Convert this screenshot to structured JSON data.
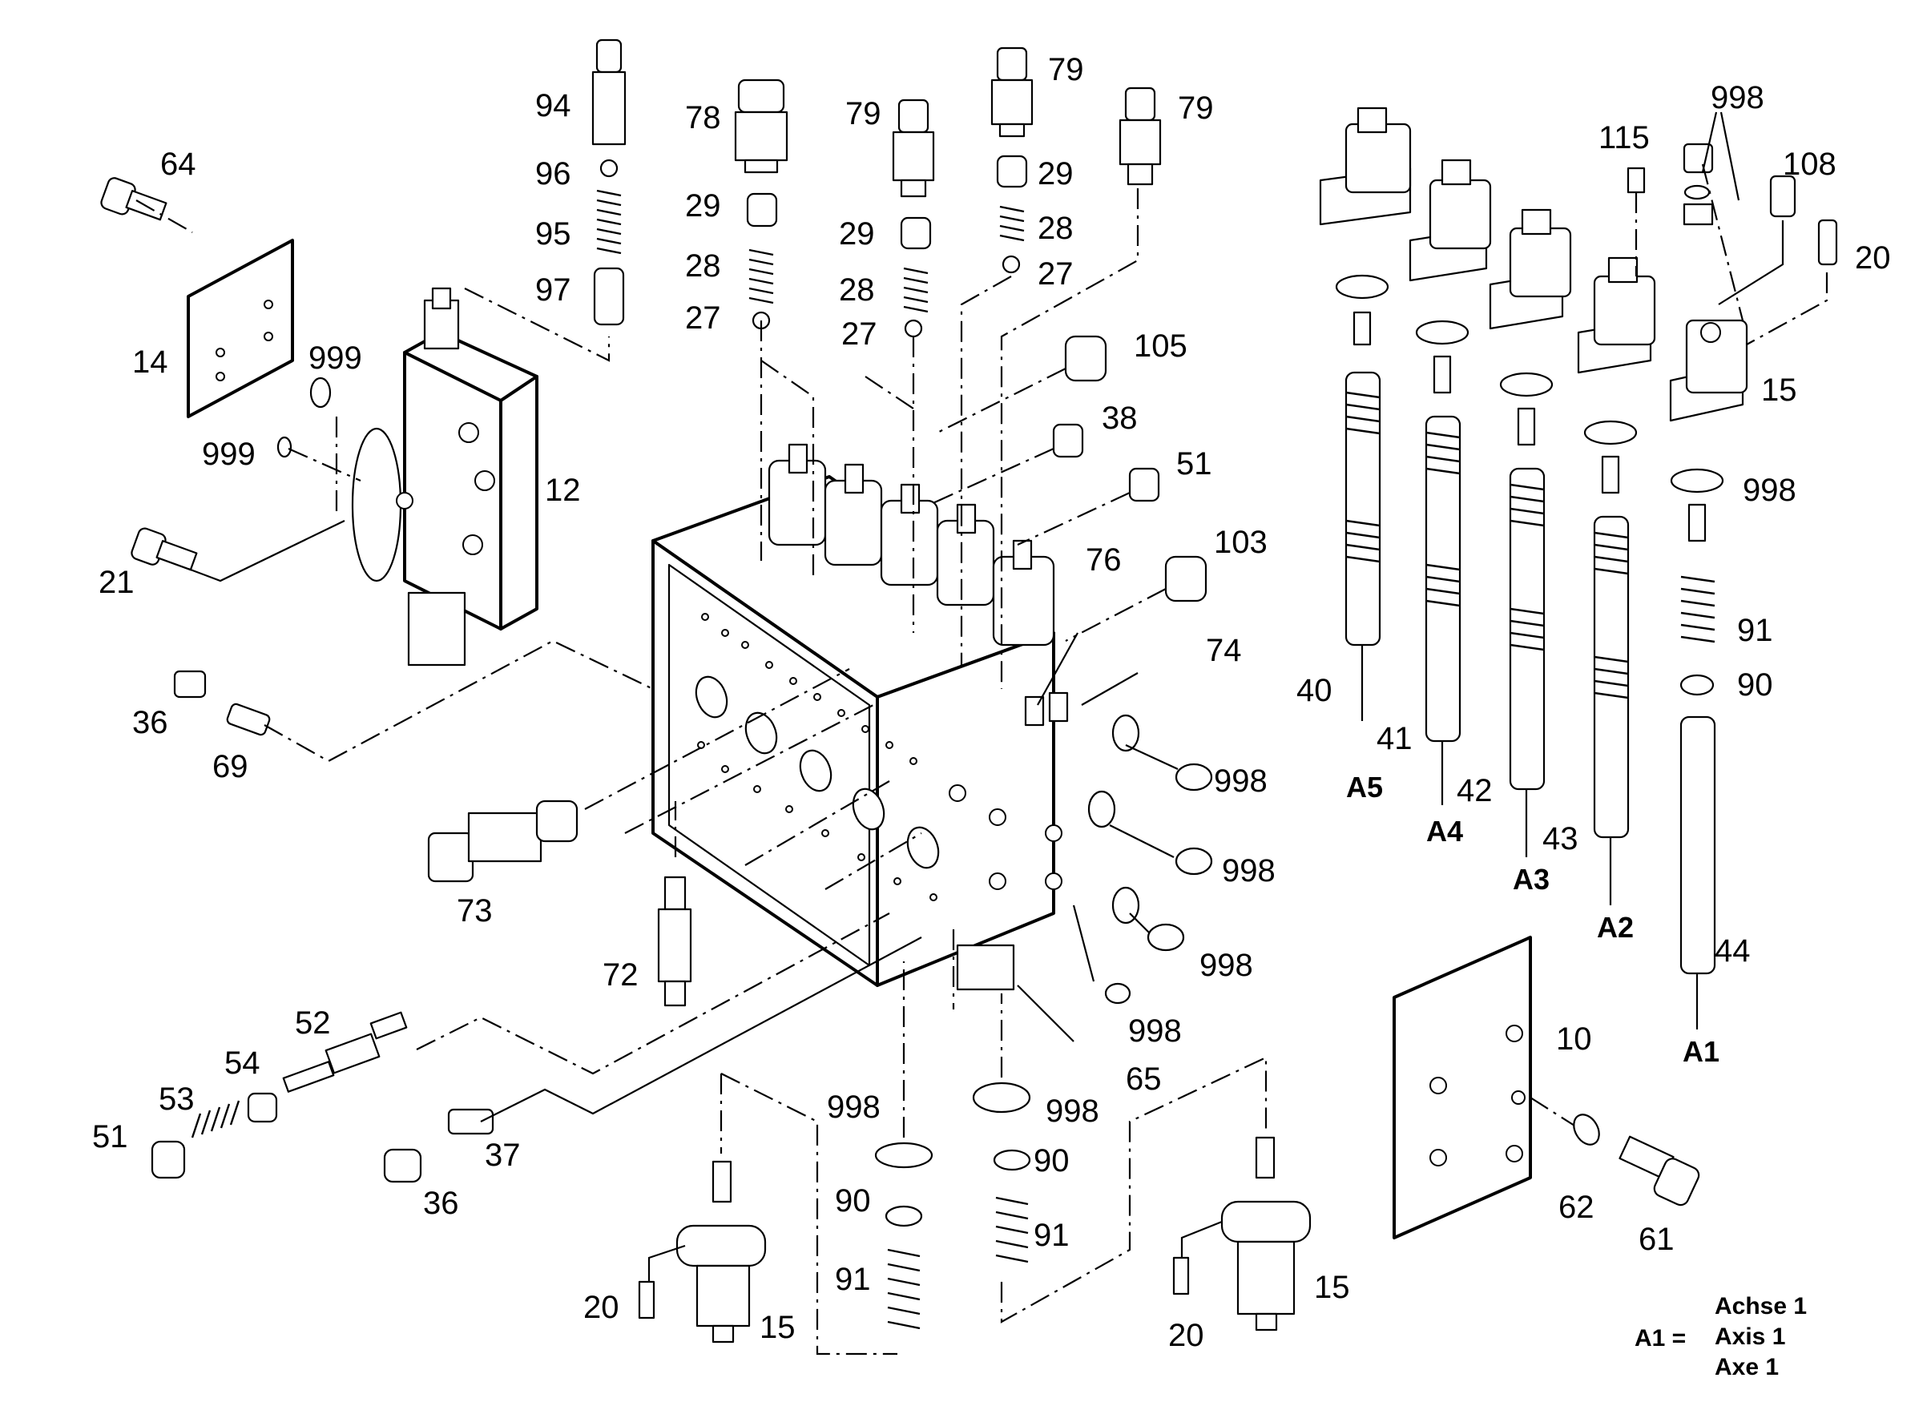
{
  "callouts": {
    "c64": "64",
    "c14": "14",
    "c999a": "999",
    "c999b": "999",
    "c12": "12",
    "c21": "21",
    "c36a": "36",
    "c69": "69",
    "c73": "73",
    "c72": "72",
    "c94": "94",
    "c96": "96",
    "c95": "95",
    "c97": "97",
    "c78": "78",
    "c29a": "29",
    "c28a": "28",
    "c27a": "27",
    "c79a": "79",
    "c29b": "29",
    "c28b": "28",
    "c27b": "27",
    "c79b": "79",
    "c29c": "29",
    "c28c": "28",
    "c27c": "27",
    "c79c": "79",
    "c105": "105",
    "c38": "38",
    "c51a": "51",
    "c103": "103",
    "c76": "76",
    "c74": "74",
    "c998a": "998",
    "c998b": "998",
    "c998c": "998",
    "c998d": "998",
    "c998e": "998",
    "c998f": "998",
    "c998g": "998",
    "c998h": "998",
    "c65": "65",
    "c52": "52",
    "c54": "54",
    "c53": "53",
    "c51b": "51",
    "c37": "37",
    "c36b": "36",
    "c90a": "90",
    "c91a": "91",
    "c90b": "90",
    "c91b": "91",
    "c90c": "90",
    "c91c": "91",
    "c20a": "20",
    "c15a": "15",
    "c20b": "20",
    "c15b": "15",
    "c20c": "20",
    "c15c": "15",
    "c115": "115",
    "c108": "108",
    "c40": "40",
    "c41": "41",
    "c42": "42",
    "c43": "43",
    "c44": "44",
    "c10": "10",
    "c62": "62",
    "c61": "61"
  },
  "axes": {
    "a5": "A5",
    "a4": "A4",
    "a3": "A3",
    "a2": "A2",
    "a1": "A1"
  },
  "legend": {
    "key": "A1 =",
    "line1": "Achse 1",
    "line2": "Axis 1",
    "line3": "Axe 1"
  }
}
